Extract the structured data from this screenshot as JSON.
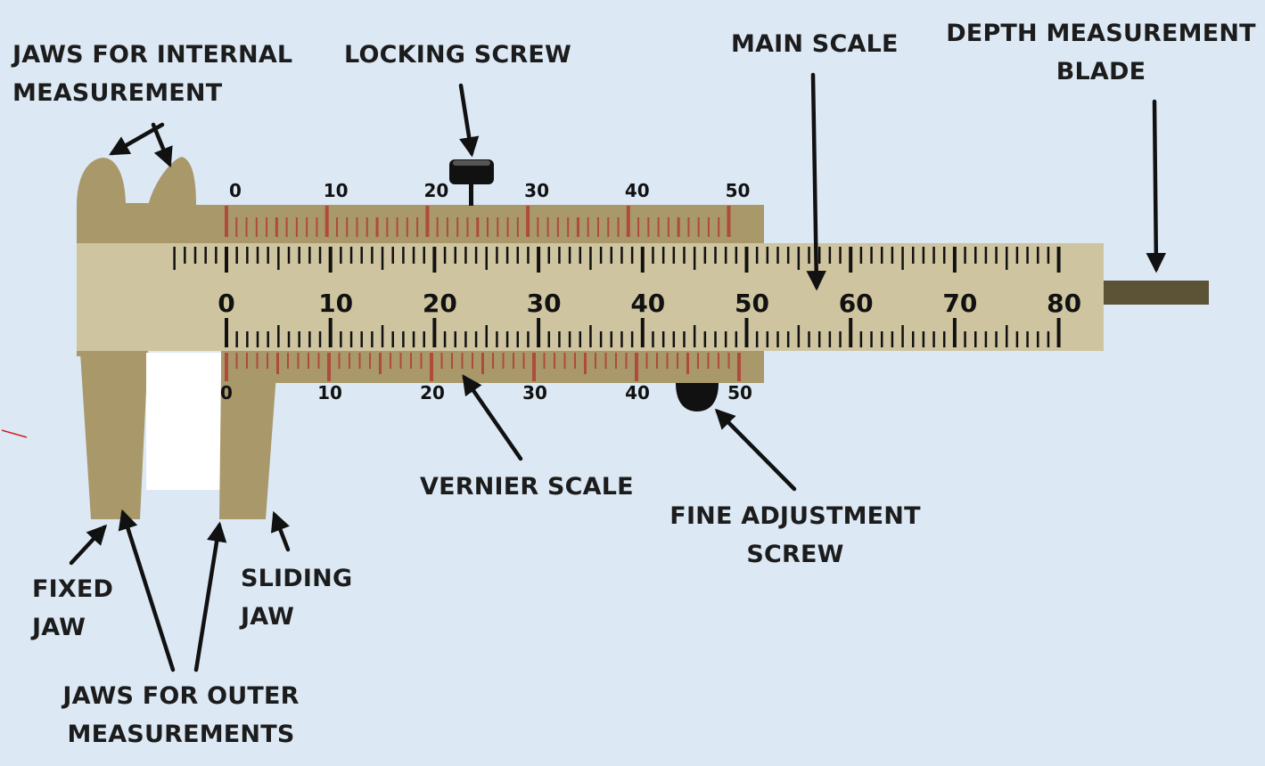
{
  "labels": {
    "internal_jaws": "JAWS FOR INTERNAL\nMEASUREMENT",
    "locking_screw": "LOCKING SCREW",
    "main_scale": "MAIN SCALE",
    "depth_blade": "DEPTH MEASUREMENT\nBLADE",
    "vernier_scale": "VERNIER SCALE",
    "fine_adjustment": "FINE ADJUSTMENT\nSCREW",
    "fixed_jaw": "FIXED\nJAW",
    "sliding_jaw": "SLIDING\nJAW",
    "outer_jaws": "JAWS FOR OUTER\nMEASUREMENTS"
  },
  "scales": {
    "vernier_top_numbers": [
      "0",
      "10",
      "20",
      "30",
      "40",
      "50"
    ],
    "main_numbers": [
      "0",
      "10",
      "20",
      "30",
      "40",
      "50",
      "60",
      "70",
      "80"
    ],
    "vernier_bottom_numbers": [
      "0",
      "10",
      "20",
      "30",
      "40",
      "50"
    ]
  },
  "colors": {
    "background": "#dce9f5",
    "body": "#a8986a",
    "beam": "#cfc4a0",
    "vernier_tick": "#b04a3c",
    "main_tick": "#111111",
    "blade": "#5c5336",
    "gap": "#ffffff"
  }
}
